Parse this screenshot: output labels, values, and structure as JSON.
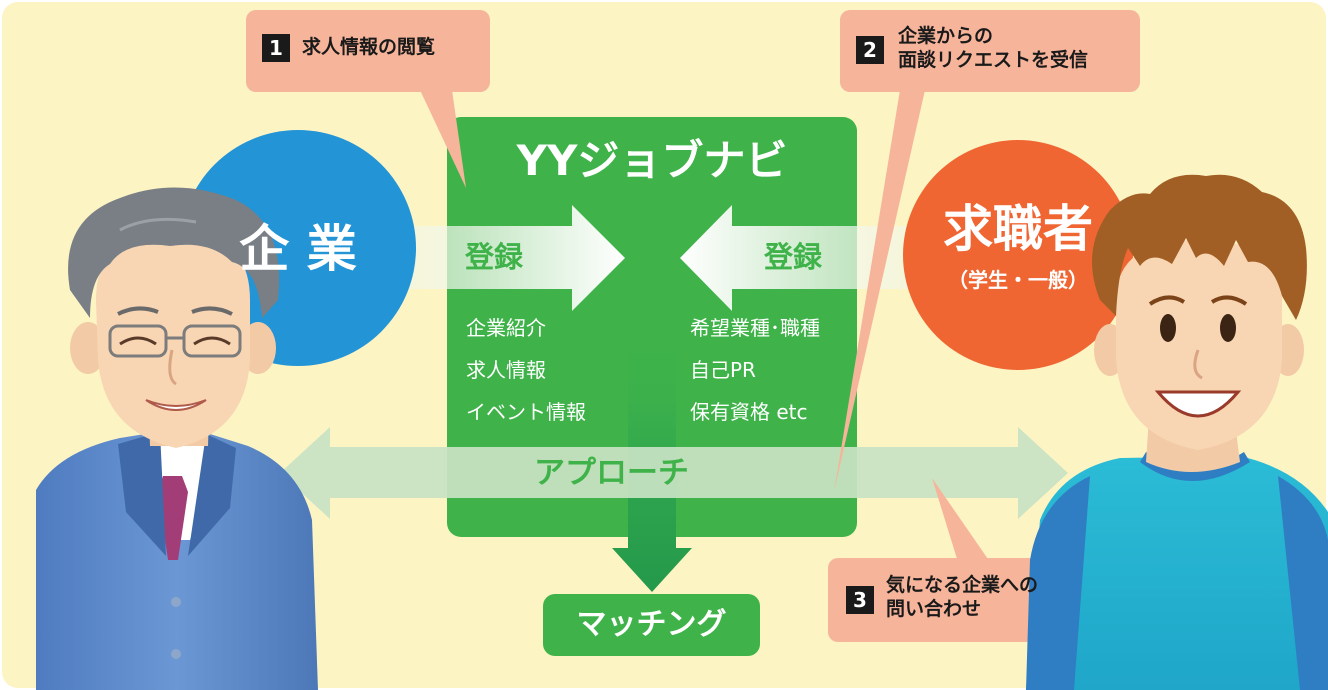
{
  "platform": {
    "title": "YYジョブナビ"
  },
  "company": {
    "label": "企 業",
    "register_label": "登録",
    "items": [
      "企業紹介",
      "求人情報",
      "イベント情報"
    ]
  },
  "jobseeker": {
    "label": "求職者",
    "sublabel": "（学生・一般）",
    "register_label": "登録",
    "items": [
      "希望業種･職種",
      "自己PR",
      "保有資格 etc"
    ]
  },
  "approach_label": "アプローチ",
  "matching_label": "マッチング",
  "callouts": [
    {
      "number": "1",
      "lines": [
        "求人情報の閲覧"
      ]
    },
    {
      "number": "2",
      "lines": [
        "企業からの",
        "面談リクエストを受信"
      ]
    },
    {
      "number": "3",
      "lines": [
        "気になる企業への",
        "問い合わせ"
      ]
    }
  ],
  "colors": {
    "background": "#fdf4c4",
    "platform_green": "#3fb34a",
    "company_blue": "#2394d6",
    "jobseeker_orange": "#ef6633",
    "callout_fill": "#f6b49a",
    "arrow_pale_green": "#c8e2c3"
  }
}
